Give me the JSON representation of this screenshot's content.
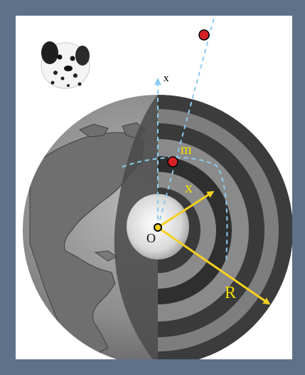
{
  "labels": {
    "axis": "x",
    "mass": "m",
    "distance": "x",
    "origin": "O",
    "radius": "R"
  },
  "colors": {
    "frame": "#5f7188",
    "background": "#ffffff",
    "dashed_line": "#8ccbef",
    "arrow": "#f5d020",
    "label_yellow": "#f2e000",
    "mass_dot": "#d61f26",
    "continent": "#6f6f6f",
    "globe": "#8a8a8a"
  },
  "icons": {
    "dog": "dalmatian-icon"
  }
}
